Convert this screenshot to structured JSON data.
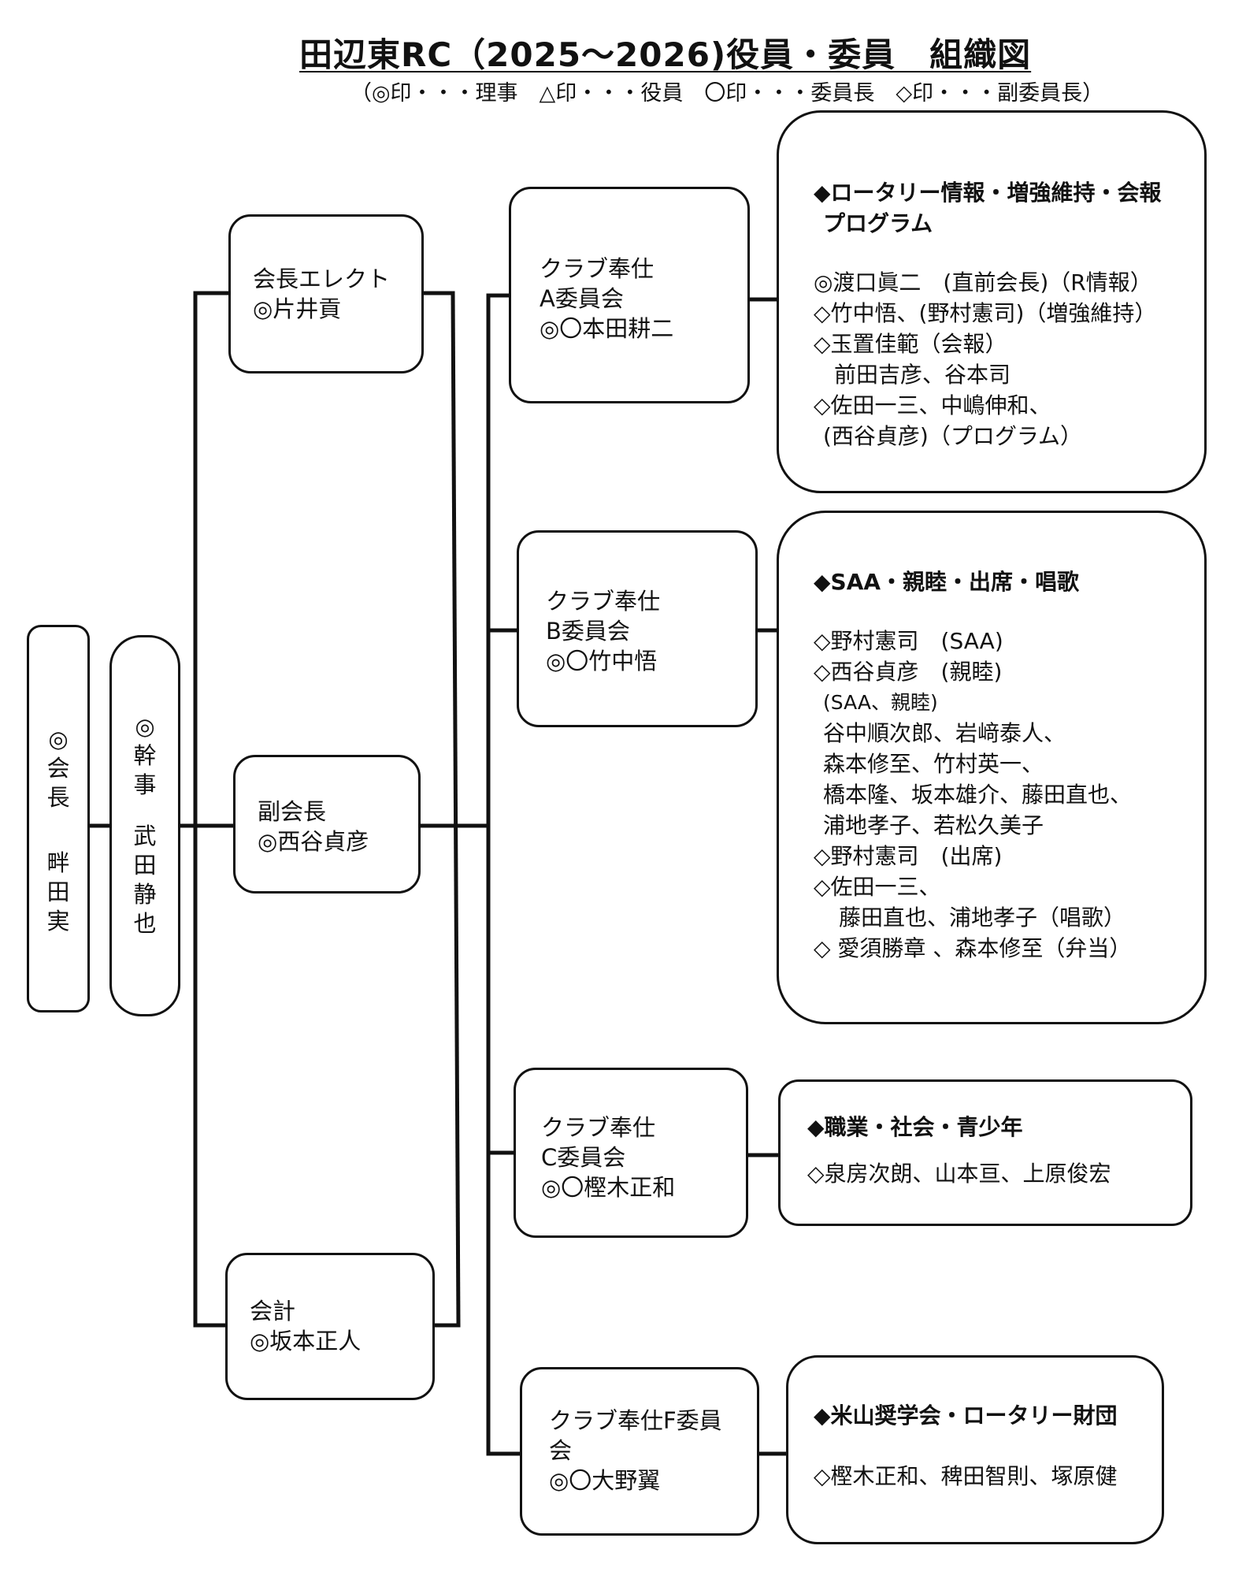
{
  "header": {
    "title": "田辺東RC（2025～2026)役員・委員　組織図",
    "legend": "（◎印・・・理事　△印・・・役員　〇印・・・委員長　◇印・・・副委員長）"
  },
  "president": {
    "mark": "◎",
    "role": [
      "会",
      "長"
    ],
    "name": [
      "畔",
      "田",
      "実"
    ]
  },
  "secretary": {
    "mark": "◎",
    "role": [
      "幹",
      "事"
    ],
    "name": [
      "武",
      "田",
      "静",
      "也"
    ]
  },
  "officers": {
    "elect": {
      "role": "会長エレクト",
      "name": "◎片井貢"
    },
    "vice": {
      "role": "副会長",
      "name": "◎西谷貞彦"
    },
    "treasurer": {
      "role": "会計",
      "name": "◎坂本正人"
    }
  },
  "committees": {
    "a": {
      "lines": [
        "クラブ奉仕",
        "A委員会",
        "◎〇本田耕二"
      ],
      "detail_head": [
        "◆ロータリー情報・増強維持・会報",
        "プログラム"
      ],
      "members": [
        "◎渡口眞二　(直前会長)（R情報）",
        "◇竹中悟、(野村憲司)（増強維持）",
        "◇玉置佳範（会報）",
        "前田吉彦、谷本司",
        "◇佐田一三、中嶋伸和、",
        "(西谷貞彦)（プログラム）"
      ]
    },
    "b": {
      "lines": [
        "クラブ奉仕",
        "B委員会",
        "◎〇竹中悟"
      ],
      "detail_head": "◆SAA・親睦・出席・唱歌",
      "members": [
        "◇野村憲司　(SAA)",
        "◇西谷貞彦　(親睦)",
        "(SAA、親睦)",
        "谷中順次郎、岩﨑泰人、",
        "森本修至、竹村英一、",
        "橋本隆、坂本雄介、藤田直也、",
        "浦地孝子、若松久美子",
        "◇野村憲司　(出席)",
        "◇佐田一三、",
        "藤田直也、浦地孝子（唱歌）",
        "◇ 愛須勝章 、森本修至（弁当）"
      ]
    },
    "c": {
      "lines": [
        "クラブ奉仕",
        "C委員会",
        "◎〇樫木正和"
      ],
      "detail_head": "◆職業・社会・青少年",
      "members": [
        "◇泉房次朗、山本亘、上原俊宏"
      ]
    },
    "f": {
      "lines": [
        "クラブ奉仕F委員",
        "会",
        "◎〇大野翼"
      ],
      "detail_head": "◆米山奨学会・ロータリー財団",
      "members": [
        "◇樫木正和、稗田智則、塚原健"
      ]
    }
  }
}
